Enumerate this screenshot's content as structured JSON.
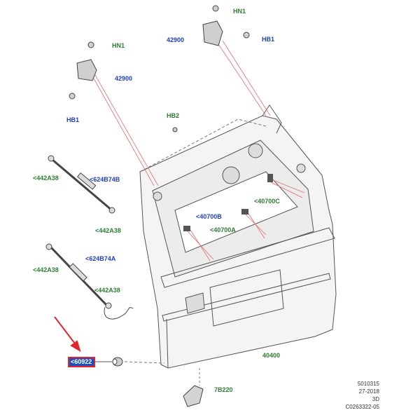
{
  "diagram": {
    "callout_label": "<60922",
    "labels": {
      "hn1_top": "HN1",
      "hn1_left": "HN1",
      "hb1_top": "HB1",
      "hb1_left": "HB1",
      "hb2": "HB2",
      "hinge_right": "42900",
      "hinge_left": "42900",
      "strut_end_1": "<442A38",
      "strut_end_2": "<442A38",
      "strut_end_3": "<442A38",
      "strut_end_4": "<442A38",
      "strut_upper": "<624B74B",
      "strut_lower": "<624B74A",
      "latch_c": "<40700C",
      "latch_b": "<40700B",
      "latch_a": "<40700A",
      "tailgate": "40400",
      "bracket": "7B220"
    },
    "doc_code": [
      "5010315",
      "27-2018",
      "3D",
      "C0263322-05"
    ],
    "colors": {
      "green_label": "#2e7d32",
      "blue_label": "#1e3fbf",
      "leader_line": "#e26d6d",
      "highlight_box": "#e0262b",
      "arrow": "#e0262b"
    }
  }
}
